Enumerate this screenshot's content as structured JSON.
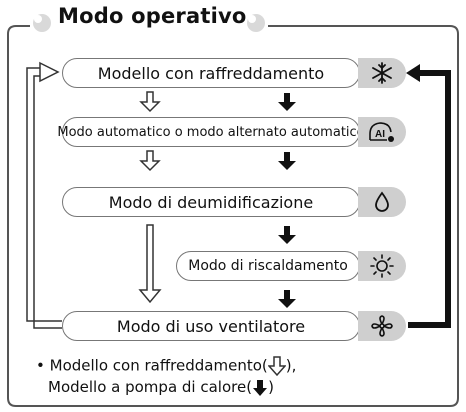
{
  "title": "Modo operativo",
  "modes": [
    {
      "label": "Modello con raffreddamento",
      "icon": "snowflake-icon"
    },
    {
      "label": "Modo automatico o modo alternato automatico",
      "icon": "ai-icon"
    },
    {
      "label": "Modo di deumidificazione",
      "icon": "water-drop-icon"
    },
    {
      "label": "Modo di riscaldamento",
      "icon": "sun-icon"
    },
    {
      "label": "Modo di uso ventilatore",
      "icon": "fan-icon"
    }
  ],
  "legend": {
    "bullet": "•",
    "cooling_text": "Modello con raffreddamento(",
    "cooling_close": "),",
    "heatpump_text": "Modello a pompa di calore(",
    "heatpump_close": ")"
  },
  "colors": {
    "border": "#555555",
    "cap": "#cfcfcf",
    "arrow": "#111111"
  }
}
